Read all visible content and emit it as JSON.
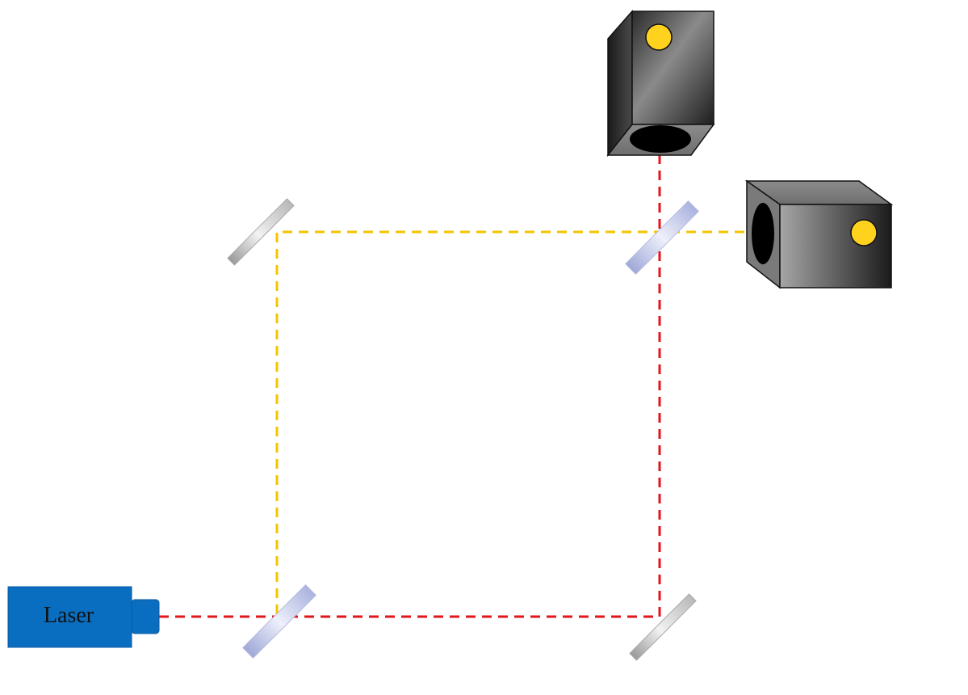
{
  "diagram": {
    "laser": {
      "label": "Laser",
      "color": "#0a6ec0"
    },
    "beams": {
      "red": {
        "color": "#e2141c"
      },
      "yellow": {
        "color": "#f5c400"
      }
    },
    "detectors": [
      {
        "name": "detector-top",
        "light_color": "#ffd21e"
      },
      {
        "name": "detector-right",
        "light_color": "#ffd21e"
      }
    ],
    "optics": [
      {
        "name": "beam-splitter-bottom-left",
        "kind": "beam-splitter"
      },
      {
        "name": "mirror-bottom-right",
        "kind": "mirror"
      },
      {
        "name": "mirror-top-left",
        "kind": "mirror"
      },
      {
        "name": "beam-splitter-top-right",
        "kind": "beam-splitter"
      }
    ]
  }
}
